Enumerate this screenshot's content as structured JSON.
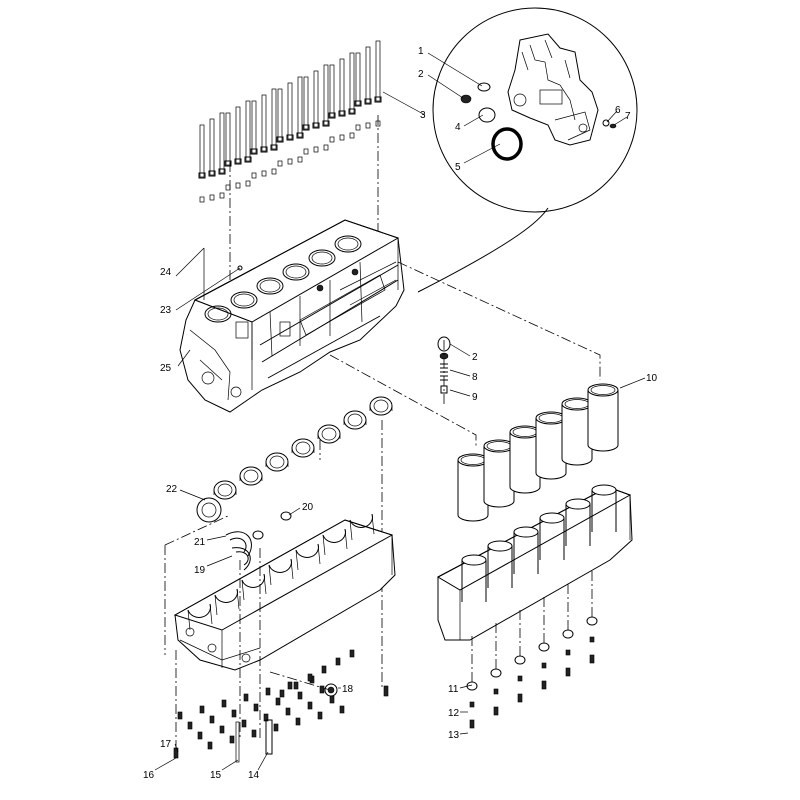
{
  "callouts": [
    {
      "id": "c1",
      "label": "1"
    },
    {
      "id": "c2a",
      "label": "2"
    },
    {
      "id": "c3",
      "label": "3"
    },
    {
      "id": "c4",
      "label": "4"
    },
    {
      "id": "c5",
      "label": "5"
    },
    {
      "id": "c6",
      "label": "6"
    },
    {
      "id": "c7",
      "label": "7"
    },
    {
      "id": "c2b",
      "label": "2"
    },
    {
      "id": "c8",
      "label": "8"
    },
    {
      "id": "c9",
      "label": "9"
    },
    {
      "id": "c10",
      "label": "10"
    },
    {
      "id": "c11",
      "label": "11"
    },
    {
      "id": "c12",
      "label": "12"
    },
    {
      "id": "c13",
      "label": "13"
    },
    {
      "id": "c14",
      "label": "14"
    },
    {
      "id": "c15",
      "label": "15"
    },
    {
      "id": "c16",
      "label": "16"
    },
    {
      "id": "c17",
      "label": "17"
    },
    {
      "id": "c18",
      "label": "18"
    },
    {
      "id": "c19",
      "label": "19"
    },
    {
      "id": "c20",
      "label": "20"
    },
    {
      "id": "c21",
      "label": "21"
    },
    {
      "id": "c22",
      "label": "22"
    },
    {
      "id": "c23",
      "label": "23"
    },
    {
      "id": "c24",
      "label": "24"
    },
    {
      "id": "c25",
      "label": "25"
    }
  ]
}
